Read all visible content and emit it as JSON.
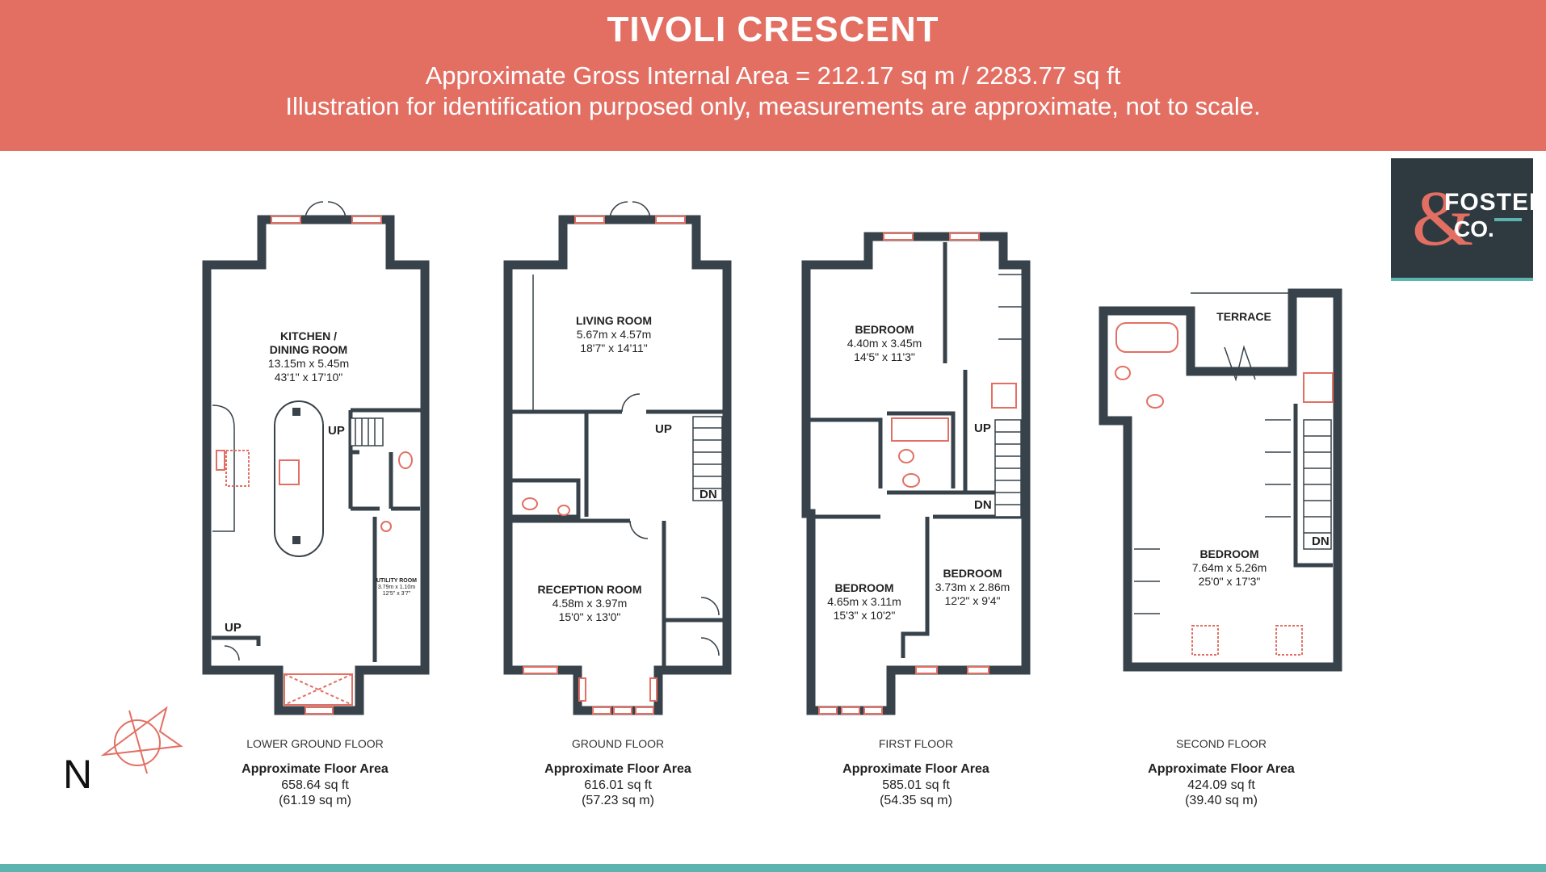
{
  "header": {
    "title": "TIVOLI CRESCENT",
    "area_line": "Approximate Gross Internal Area = 212.17 sq m / 2283.77 sq ft",
    "disclaimer": "Illustration for identification purposed only, measurements are approximate, not to scale."
  },
  "logo": {
    "amp": "&",
    "word1": "FOSTER",
    "word2": "CO."
  },
  "north_label": "N",
  "area_heading": "Approximate Floor Area",
  "floors": [
    {
      "name": "LOWER GROUND FLOOR",
      "sqft": "658.64 sq ft",
      "sqm": "(61.19 sq m)",
      "rooms": [
        {
          "name1": "KITCHEN /",
          "name2": "DINING ROOM",
          "metric": "13.15m x 5.45m",
          "imperial": "43'1\" x 17'10\""
        },
        {
          "name": "UTILITY ROOM",
          "metric": "3.79m x 1.10m",
          "imperial": "12'5\" x 3'7\""
        }
      ],
      "markers": [
        "UP",
        "UP"
      ]
    },
    {
      "name": "GROUND FLOOR",
      "sqft": "616.01 sq ft",
      "sqm": "(57.23 sq m)",
      "rooms": [
        {
          "name": "LIVING ROOM",
          "metric": "5.67m x 4.57m",
          "imperial": "18'7\" x 14'11\""
        },
        {
          "name": "RECEPTION ROOM",
          "metric": "4.58m x 3.97m",
          "imperial": "15'0\" x 13'0\""
        }
      ],
      "markers": [
        "UP",
        "DN"
      ]
    },
    {
      "name": "FIRST FLOOR",
      "sqft": "585.01 sq ft",
      "sqm": "(54.35 sq m)",
      "rooms": [
        {
          "name": "BEDROOM",
          "metric": "4.40m x 3.45m",
          "imperial": "14'5\" x 11'3\""
        },
        {
          "name": "BEDROOM",
          "metric": "4.65m x 3.11m",
          "imperial": "15'3\" x 10'2\""
        },
        {
          "name": "BEDROOM",
          "metric": "3.73m x 2.86m",
          "imperial": "12'2\" x 9'4\""
        }
      ],
      "markers": [
        "UP",
        "DN"
      ]
    },
    {
      "name": "SECOND FLOOR",
      "sqft": "424.09 sq ft",
      "sqm": "(39.40 sq m)",
      "rooms": [
        {
          "name": "TERRACE"
        },
        {
          "name": "BEDROOM",
          "metric": "7.64m x 5.26m",
          "imperial": "25'0\" x 17'3\""
        }
      ],
      "markers": [
        "DN"
      ]
    }
  ]
}
